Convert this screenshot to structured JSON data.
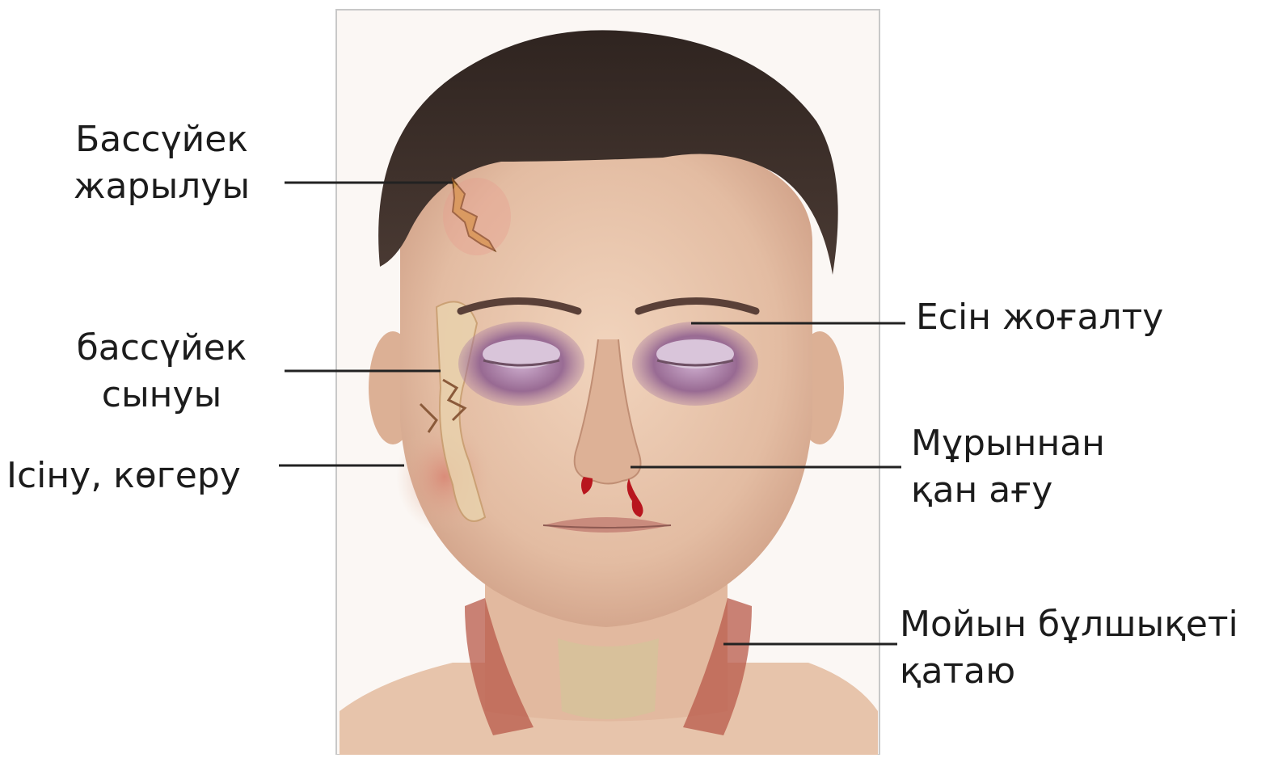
{
  "labels": {
    "skull_crack": {
      "line1": "Бассүйек",
      "line2": "жарылуы"
    },
    "skull_fracture": {
      "line1": "бассүйек",
      "line2": "сынуы"
    },
    "swelling": {
      "line1": "Ісіну, көгеру"
    },
    "consciousness": {
      "line1": "Есін жоғалту"
    },
    "nosebleed": {
      "line1": "Мұрыннан",
      "line2": "қан ағу"
    },
    "neck": {
      "line1": "Мойын бұлшықеті",
      "line2": "қатаю"
    }
  },
  "colors": {
    "skin": "#e6c2a8",
    "hair": "#3e302b",
    "bruise": "#8a5a8e",
    "blood": "#b8161e",
    "muscle": "#b85a4a",
    "leader": "#222222",
    "frame": "#c8c8c8"
  }
}
